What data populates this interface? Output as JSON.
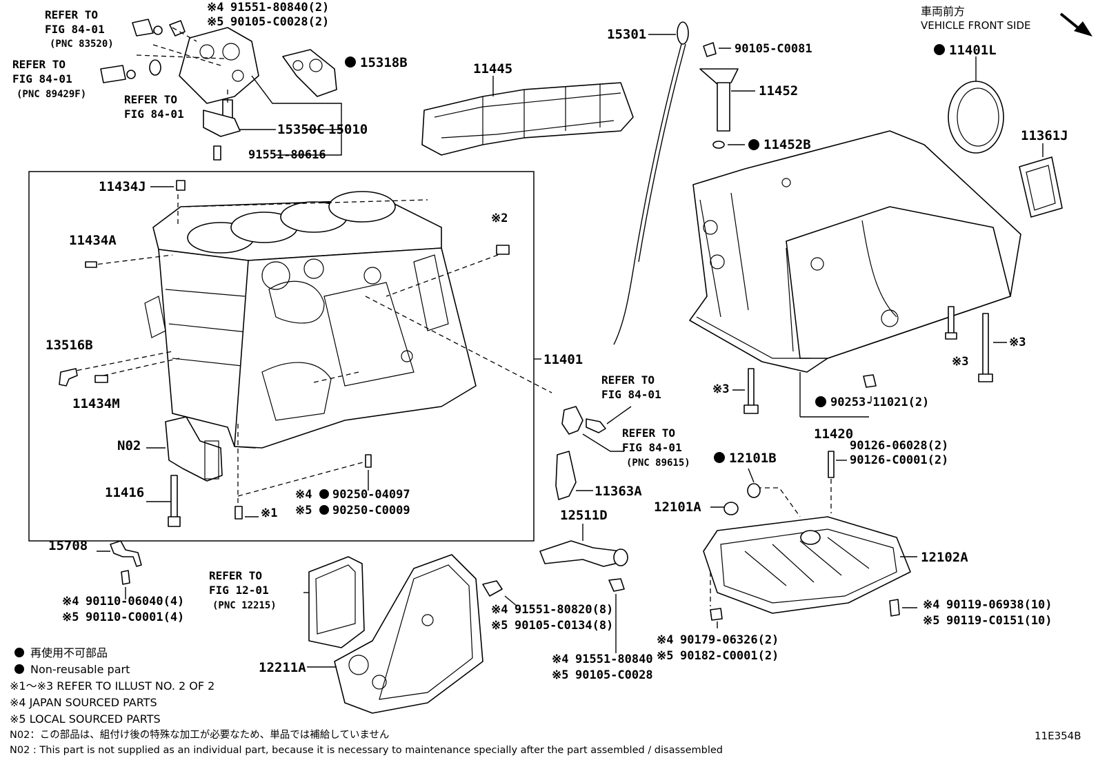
{
  "diagram": {
    "drawing_code": "11E354B",
    "vehicle_front": {
      "jp": "車両前方",
      "en": "VEHICLE FRONT SIDE"
    },
    "refer_to_fig_84_01": "REFER TO\nFIG 84-01",
    "refer_to_fig_12_01": "REFER TO\nFIG 12-01",
    "pnc_83520": "(PNC 83520)",
    "pnc_89429f": "(PNC 89429F)",
    "pnc_89615": "(PNC 89615)",
    "pnc_12215": "(PNC 12215)",
    "parts": {
      "p15301": "15301",
      "p90105_c0081": "90105-C0081",
      "p11452": "11452",
      "p11452b": "11452B",
      "p11401l": "11401L",
      "p11361j": "11361J",
      "p11445": "11445",
      "p15318b": "15318B",
      "p15350c": "15350C",
      "p15010": "15010",
      "p91551_80616": "91551-80616",
      "p91551_80840_2": "91551-80840(2)",
      "p90105_c0028_2": "90105-C0028(2)",
      "p11434j": "11434J",
      "p11434a": "11434A",
      "p13516b": "13516B",
      "p11434m": "11434M",
      "pN02": "N02",
      "p11416": "11416",
      "p11401": "11401",
      "p90250_04097": "90250-04097",
      "p90250_c0009": "90250-C0009",
      "p15708": "15708",
      "p90110_06040": "90110-06040(4)",
      "p90110_c0001": "90110-C0001(4)",
      "p11363a": "11363A",
      "p12511d": "12511D",
      "p91551_80820": "91551-80820(8)",
      "p90105_c0134": "90105-C0134(8)",
      "p91551_80840": "91551-80840",
      "p90105_c0028": "90105-C0028",
      "p12211a": "12211A",
      "p11420": "11420",
      "p90253_11021": "90253-11021(2)",
      "p12101b": "12101B",
      "p12101a": "12101A",
      "p90126_06028": "90126-06028(2)",
      "p90126_c0001": "90126-C0001(2)",
      "p12102a": "12102A",
      "p90119_06938": "90119-06938(10)",
      "p90119_c0151": "90119-C0151(10)",
      "p90179_06326": "90179-06326(2)",
      "p90182_c0001": "90182-C0001(2)"
    },
    "markers": {
      "m1": "※1",
      "m2": "※2",
      "m3": "※3",
      "m4": "※4",
      "m5": "※5"
    }
  },
  "legend": {
    "nonreusable_jp": "再使用不可部品",
    "nonreusable_en": "Non-reusable part",
    "note1": "※1～※3 REFER TO ILLUST NO. 2 OF 2",
    "note4": "※4 JAPAN SOURCED PARTS",
    "note5": "※5 LOCAL SOURCED PARTS",
    "n02_jp": "N02：この部品は、組付け後の特殊な加工が必要なため、単品では補給していません",
    "n02_en": "N02 : This part is not supplied as an individual part, because it is necessary to maintenance specially after the part assembled / disassembled"
  }
}
